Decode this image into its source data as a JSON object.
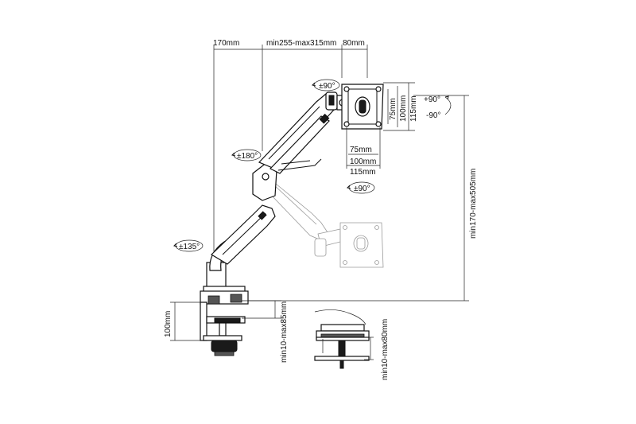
{
  "dimensions": {
    "offset_170": "170mm",
    "arm_range": "min255-max315mm",
    "offset_80": "80mm",
    "vesa_h_75": "75mm",
    "vesa_h_100": "100mm",
    "vesa_h_115": "115mm",
    "vesa_v_75": "75mm",
    "vesa_v_100": "100mm",
    "vesa_v_115": "115mm",
    "height_range": "min170-max505mm",
    "clamp_height": "100mm",
    "clamp_range": "min10-max85mm",
    "grommet_range": "min10-max80mm"
  },
  "rotations": {
    "head_swivel": "±90°",
    "tilt_up": "+90°",
    "tilt_down": "-90°",
    "elbow": "±180°",
    "rotate": "±90°",
    "base": "±135°"
  }
}
